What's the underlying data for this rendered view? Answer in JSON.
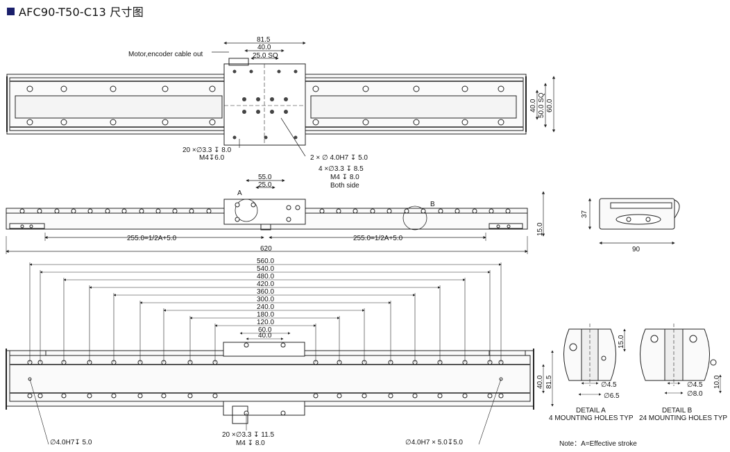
{
  "title": "AFC90-T50-C13 尺寸图",
  "top_view": {
    "dims": [
      "81.5",
      "40.0",
      "25.0 SQ",
      "40.0",
      "50.0 SQ",
      "60.0"
    ],
    "callout_cable": "Motor,encoder cable out",
    "callout_holes_left": [
      "20 ×∅3.3 ↧ 8.0",
      "M4↧6.0"
    ],
    "callout_holes_right": [
      "2 × ∅ 4.0H7 ↧ 5.0",
      "4 ×∅3.3 ↧ 8.5",
      "M4 ↧ 8.0",
      "Both side"
    ]
  },
  "side_view": {
    "dims": [
      "55.0",
      "25.0",
      "255.0=1/2A+5.0",
      "255.0=1/2A+5.0",
      "620",
      "15.0"
    ],
    "detail_a": "A",
    "detail_b": "B"
  },
  "end_view": {
    "dims": [
      "37",
      "90"
    ]
  },
  "bottom_view": {
    "dims": [
      "560.0",
      "540.0",
      "480.0",
      "420.0",
      "360.0",
      "300.0",
      "240.0",
      "180.0",
      "120.0",
      "60.0",
      "40.0",
      "40.0",
      "81.5"
    ],
    "callout_left": "∅4.0H7↧ 5.0",
    "callout_mid": [
      "20 ×∅3.3 ↧ 11.5",
      "M4 ↧ 8.0"
    ],
    "callout_right": "∅4.0H7 × 5.0↧5.0"
  },
  "detail_a_view": {
    "dims": [
      "15.0",
      "∅4.5",
      "∅6.5"
    ],
    "caption": [
      "DETAIL A",
      "4 MOUNTING HOLES TYP"
    ]
  },
  "detail_b_view": {
    "dims": [
      "10.0",
      "∅4.5",
      "∅8.0"
    ],
    "caption": [
      "DETAIL B",
      "24 MOUNTING HOLES TYP"
    ]
  },
  "note": "Note：A=Effective stroke",
  "colors": {
    "title_square": "#1a1f6b",
    "line": "#222222",
    "rail_dark": "#555555"
  }
}
